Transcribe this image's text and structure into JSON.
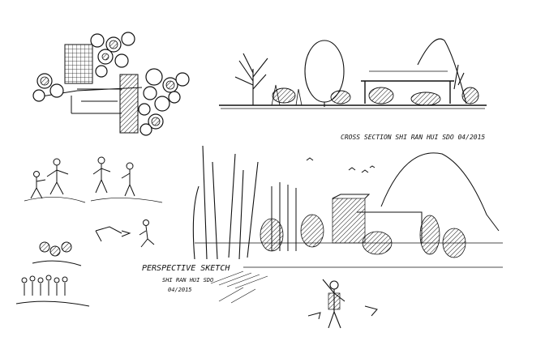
{
  "captions": {
    "cross_section": "CROSS SECTION   SHI RAN HUI SDO  04/2015",
    "perspective_title": "PERSPECTIVE SKETCH",
    "perspective_author": "SHI RAN HUI SDO",
    "perspective_date": "04/2015"
  },
  "colors": {
    "ink": "#111111",
    "paper": "#ffffff"
  }
}
